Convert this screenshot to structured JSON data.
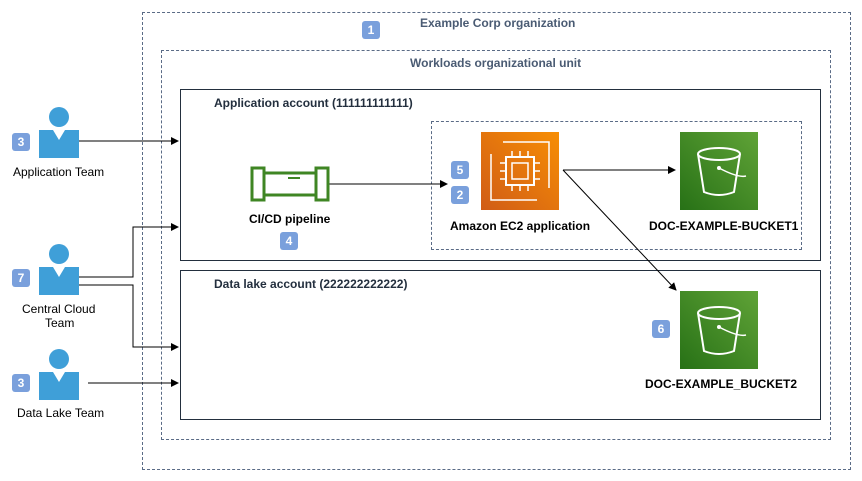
{
  "org": {
    "title": "Example Corp organization",
    "badge": "1"
  },
  "ou": {
    "title": "Workloads organizational unit"
  },
  "app_account": {
    "title": "Application account (111111111111)"
  },
  "datalake_account": {
    "title": "Data lake account (222222222222)"
  },
  "pipeline": {
    "label": "CI/CD pipeline",
    "badge": "4"
  },
  "ec2": {
    "label": "Amazon EC2 application",
    "badge_top": "5",
    "badge_bottom": "2"
  },
  "bucket1": {
    "label": "DOC-EXAMPLE-BUCKET1"
  },
  "bucket2": {
    "label": "DOC-EXAMPLE_BUCKET2",
    "badge": "6"
  },
  "actors": {
    "application_team": {
      "label": "Application Team",
      "badge": "3"
    },
    "central_cloud_team": {
      "label_line1": "Central Cloud",
      "label_line2": "Team",
      "badge": "7"
    },
    "data_lake_team": {
      "label": "Data Lake Team",
      "badge": "3"
    }
  },
  "colors": {
    "person": "#3f9fd8",
    "pipeline": "#3f8624",
    "ec2_top": "#f78e04",
    "ec2_bottom": "#d05c17",
    "bucket_top": "#60a337",
    "bucket_bottom": "#277116",
    "badge": "#7aa0dc"
  }
}
